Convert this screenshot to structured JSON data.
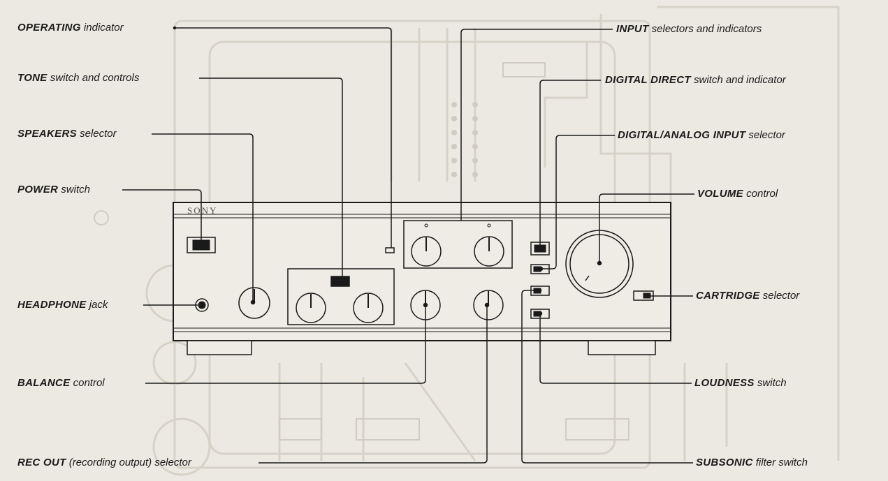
{
  "brand": "SONY",
  "labels": {
    "operating": {
      "key": "OPERATING",
      "rest": " indicator"
    },
    "tone": {
      "key": "TONE",
      "rest": " switch and controls"
    },
    "speakers": {
      "key": "SPEAKERS",
      "rest": " selector"
    },
    "power": {
      "key": "POWER",
      "rest": " switch"
    },
    "headphone": {
      "key": "HEADPHONE",
      "rest": " jack"
    },
    "balance": {
      "key": "BALANCE",
      "rest": " control"
    },
    "recout": {
      "key": "REC OUT",
      "rest": " (recording output) selector"
    },
    "input": {
      "key": "INPUT",
      "rest": " selectors and indicators"
    },
    "digitaldirect": {
      "key": "DIGITAL DIRECT",
      "rest": " switch and indicator"
    },
    "digitalanalog": {
      "key": "DIGITAL/ANALOG INPUT",
      "rest": " selector"
    },
    "volume": {
      "key": "VOLUME",
      "rest": " control"
    },
    "cartridge": {
      "key": "CARTRIDGE",
      "rest": " selector"
    },
    "loudness": {
      "key": "LOUDNESS",
      "rest": " switch"
    },
    "subsonic": {
      "key": "SUBSONIC",
      "rest": " filter switch"
    }
  }
}
